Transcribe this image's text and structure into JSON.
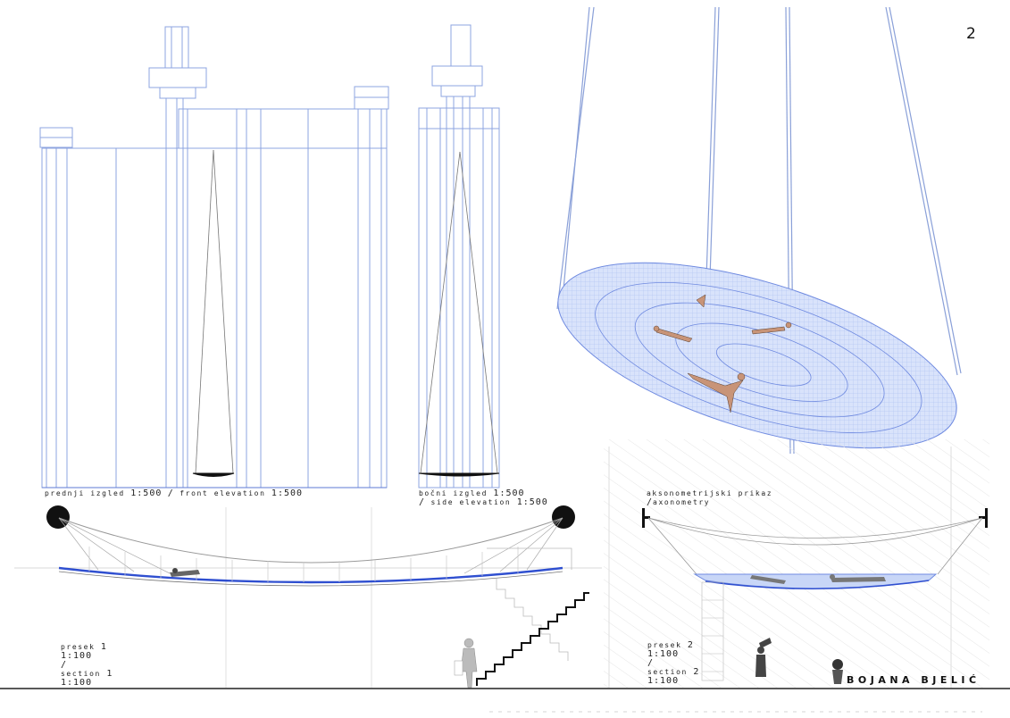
{
  "page_number": "2",
  "author": "BOJANA BJELIĆ",
  "front_elevation": {
    "label_sr": "prednji izgled",
    "scale_sr": "1:500",
    "separator": "/",
    "label_en": "front elevation",
    "scale_en": "1:500"
  },
  "side_elevation": {
    "label_sr": "bočni izgled",
    "scale_sr": "1:500",
    "separator": "/",
    "label_en": "side elevation",
    "scale_en": "1:500"
  },
  "axonometry": {
    "label_sr": "aksonometrijski prikaz",
    "separator": "/",
    "label_en": "axonometry"
  },
  "section_1": {
    "label_sr": "presek",
    "number_sr": "1",
    "scale_sr": "1:100",
    "separator": "/",
    "label_en": "section",
    "number_en": "1",
    "scale_en": "1:100"
  },
  "section_2": {
    "label_sr": "presek",
    "number_sr": "2",
    "scale_sr": "1:100",
    "separator": "/",
    "label_en": "section",
    "number_en": "2",
    "scale_en": "1:100"
  },
  "colors": {
    "line_blue": "#8ea4e0",
    "deep_blue": "#2f4fd0",
    "mesh_fill": "#d7e2fb",
    "ink": "#111111"
  }
}
